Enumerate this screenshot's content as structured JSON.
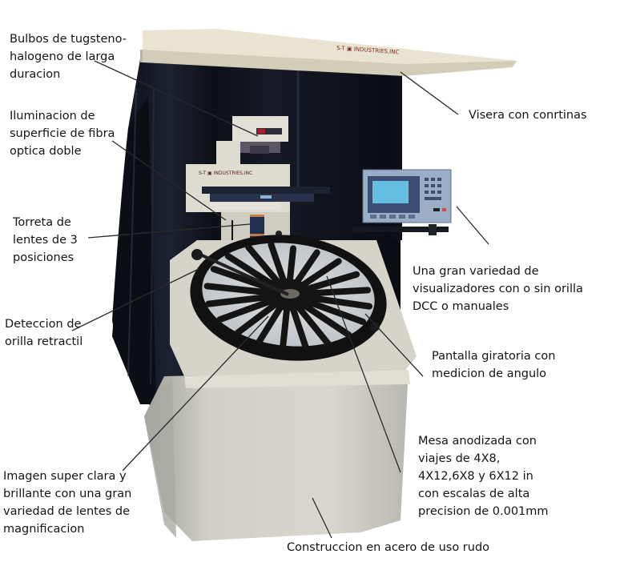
{
  "figure": {
    "subject": "Comparador optico / proyector de perfiles",
    "brand_text": "S-T INDUSTRIES,INC",
    "colors": {
      "background": "#ffffff",
      "cabinet": "#d9d6cc",
      "curtain": "#0e1118",
      "screen_ring": "#111111",
      "screen_glass": "#c9ced3",
      "display_panel": "#8fa6c2",
      "display_lcd": "#5fb6d6",
      "label_text": "#141414",
      "leader_line": "#2a2a2a"
    }
  },
  "labels": {
    "bulbs": {
      "lines": [
        "Bulbos de tugsteno-",
        "halogeno de larga",
        "duracion"
      ]
    },
    "illumination": {
      "lines": [
        "Iluminacion de",
        "superficie de fibra",
        "optica doble"
      ]
    },
    "turret": {
      "lines": [
        "Torreta de",
        "lentes de 3",
        "posiciones"
      ]
    },
    "edge_detection": {
      "lines": [
        "Deteccion de",
        "orilla retractil"
      ]
    },
    "image": {
      "lines": [
        "Imagen super clara y",
        "brillante con una gran",
        "variedad de lentes de",
        "magnificacion"
      ]
    },
    "visor": {
      "lines": [
        "Visera con conrtinas"
      ]
    },
    "displays": {
      "lines": [
        "Una gran variedad de",
        "visualizadores con o sin orilla",
        "DCC o manuales"
      ]
    },
    "rotary_screen": {
      "lines": [
        "Pantalla giratoria con",
        "medicion de angulo"
      ]
    },
    "table": {
      "lines": [
        "Mesa anodizada con",
        "viajes de 4X8,",
        "4X12,6X8 y 6X12 in",
        "con escalas de alta",
        "precision de 0.001mm"
      ]
    },
    "construction": {
      "lines": [
        "Construccion en acero de uso rudo"
      ]
    }
  }
}
